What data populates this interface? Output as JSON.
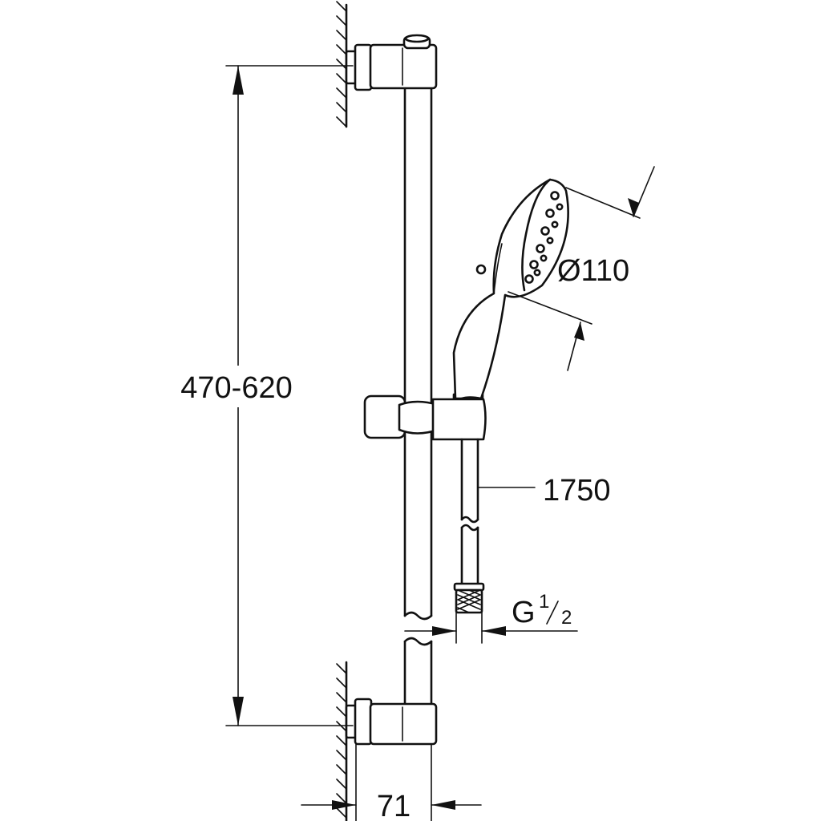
{
  "dimensions": {
    "mounting_distance": "470-620",
    "spray_diameter": "Ø110",
    "hose_length": "1750",
    "connection_thread_prefix": "G",
    "connection_thread_numerator": "1",
    "connection_thread_denominator": "2",
    "wall_offset": "71"
  }
}
